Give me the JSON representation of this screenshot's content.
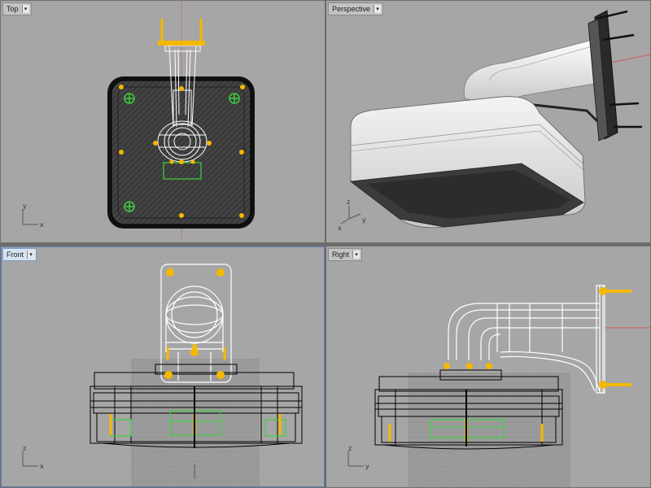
{
  "viewports": {
    "top": {
      "label": "Top",
      "axes": {
        "a": "y",
        "b": "x"
      }
    },
    "perspective": {
      "label": "Perspective",
      "axes": {
        "a": "z",
        "b": "x",
        "c": "y"
      }
    },
    "front": {
      "label": "Front",
      "axes": {
        "a": "z",
        "b": "x"
      }
    },
    "right": {
      "label": "Right",
      "axes": {
        "a": "z",
        "b": "y"
      }
    }
  },
  "active_viewport": "Front",
  "icons": {
    "dropdown": "chevron-down-icon"
  },
  "colors": {
    "viewport_bg": "#a6a6a6",
    "object_black": "#000000",
    "wire_white": "#ffffff",
    "point_yellow": "#f5b800",
    "highlight_green": "#3dd23d",
    "axis_red": "#d94040",
    "axis_green": "#3d8f3d",
    "active_tab": "#d7e3f0"
  }
}
